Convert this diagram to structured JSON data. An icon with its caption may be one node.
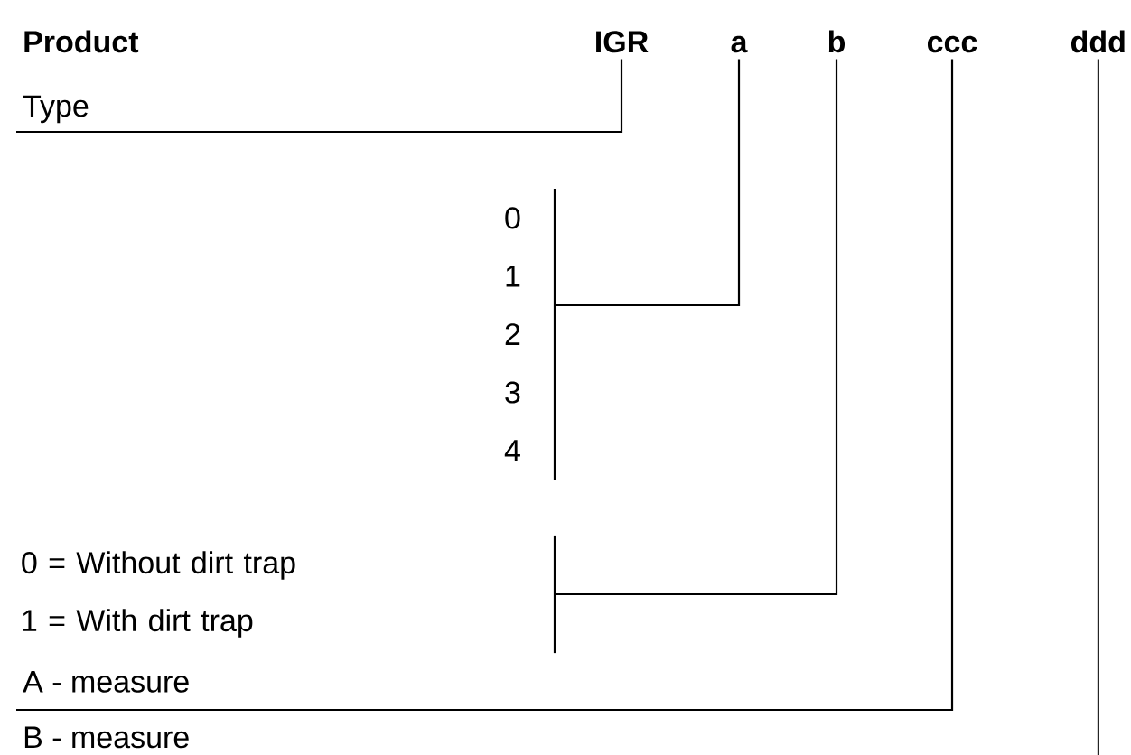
{
  "diagram": {
    "nodes": [
      {
        "text": [
          "IGR"
        ]
      },
      {
        "text": [
          "a"
        ]
      },
      {
        "text": [
          "b"
        ]
      },
      {
        "text": [
          "ccc"
        ]
      },
      {
        "text": [
          "ddd"
        ]
      },
      {
        "text": [
          "Type"
        ]
      },
      {
        "text": [
          "0",
          "1",
          "2",
          "3",
          "4"
        ]
      },
      {
        "text": [
          "0 = Without dirt trap",
          "1 = With dirt trap"
        ]
      },
      {
        "text": [
          "A - measure"
        ]
      },
      {
        "text": [
          "B - measure"
        ]
      }
    ],
    "edges": [
      {
        "from": 0,
        "to": 5,
        "arrow": "none"
      },
      {
        "from": 1,
        "to": 6,
        "arrow": "none"
      },
      {
        "from": 2,
        "to": 7,
        "arrow": "none"
      },
      {
        "from": 3,
        "to": 8,
        "arrow": "none"
      },
      {
        "from": 4,
        "to": null,
        "arrow": "none"
      }
    ],
    "labels": [
      "Product"
    ]
  }
}
